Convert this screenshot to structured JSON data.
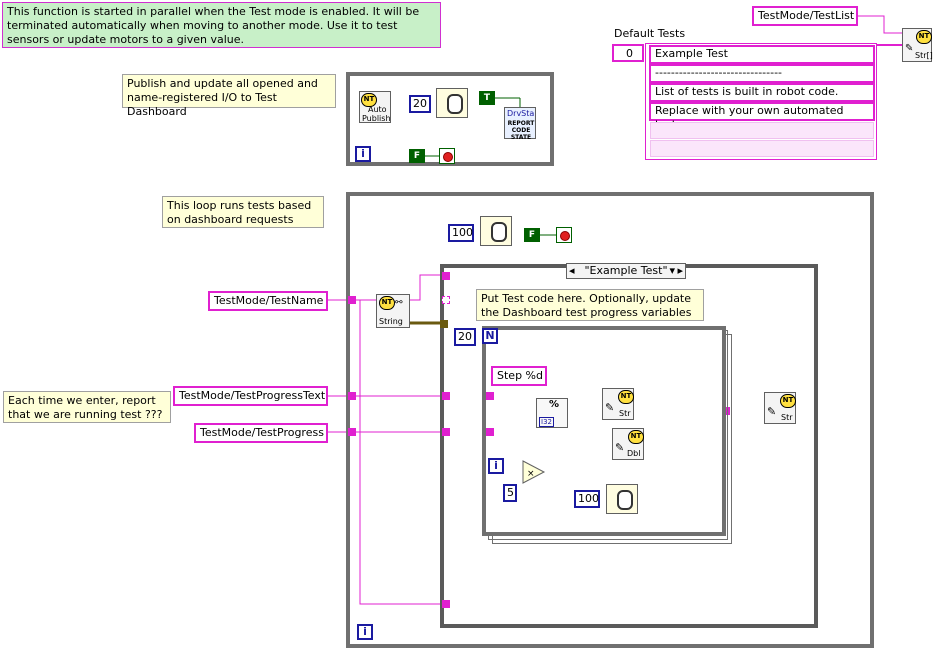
{
  "comments": {
    "intro": "This function is started in parallel when the Test mode is enabled. It will be terminated automatically when moving to another mode.  Use it to test sensors or update motors to a given value.",
    "publish": "Publish and update all opened and name-registered I/O to Test Dashboard",
    "loop_runs": "This loop runs tests based on dashboard requests",
    "put_test_code": "Put Test code here. Optionally, update the Dashboard test progress variables",
    "each_time": "Each time we enter, report that we are running test ???"
  },
  "variables": {
    "test_list": "TestMode/TestList",
    "test_name": "TestMode/TestName",
    "test_progress_text": "TestMode/TestProgressText",
    "test_progress": "TestMode/TestProgress"
  },
  "default_tests": {
    "label": "Default Tests",
    "index": "0",
    "rows": [
      "Example Test",
      "--------------------------------",
      "List of tests is built in robot code.",
      "Replace with your own automated tests."
    ]
  },
  "constants": {
    "wait_top_ms": "20",
    "wait_main_ms": "100",
    "wait_inner_ms": "100",
    "loop_count": "20",
    "step_format": "Step %d",
    "divisor": "5",
    "false_label": "F",
    "true_label": "T"
  },
  "case_structure": {
    "selector": "\"Example Test\"",
    "left_arrow": "◂",
    "right_arrow": "▸",
    "dropdown": "▾"
  },
  "labels": {
    "iteration": "i",
    "count": "N",
    "nt": "NT",
    "auto_publish_1": "Auto",
    "auto_publish_2": "Publish",
    "string_type": "String",
    "str_type": "Str",
    "str_array_type": "Str[]",
    "dbl_type": "Dbl",
    "drvsta": "DrvSta",
    "report_code_state": "REPORT CODE STATE",
    "format_node": "%",
    "format_sub": "I32"
  },
  "colors": {
    "wire_string": "#e020d0",
    "wire_numeric": "#1a1aa0",
    "wire_bool": "#006000",
    "wire_variant": "#6a5a10",
    "frame": "#707070"
  }
}
